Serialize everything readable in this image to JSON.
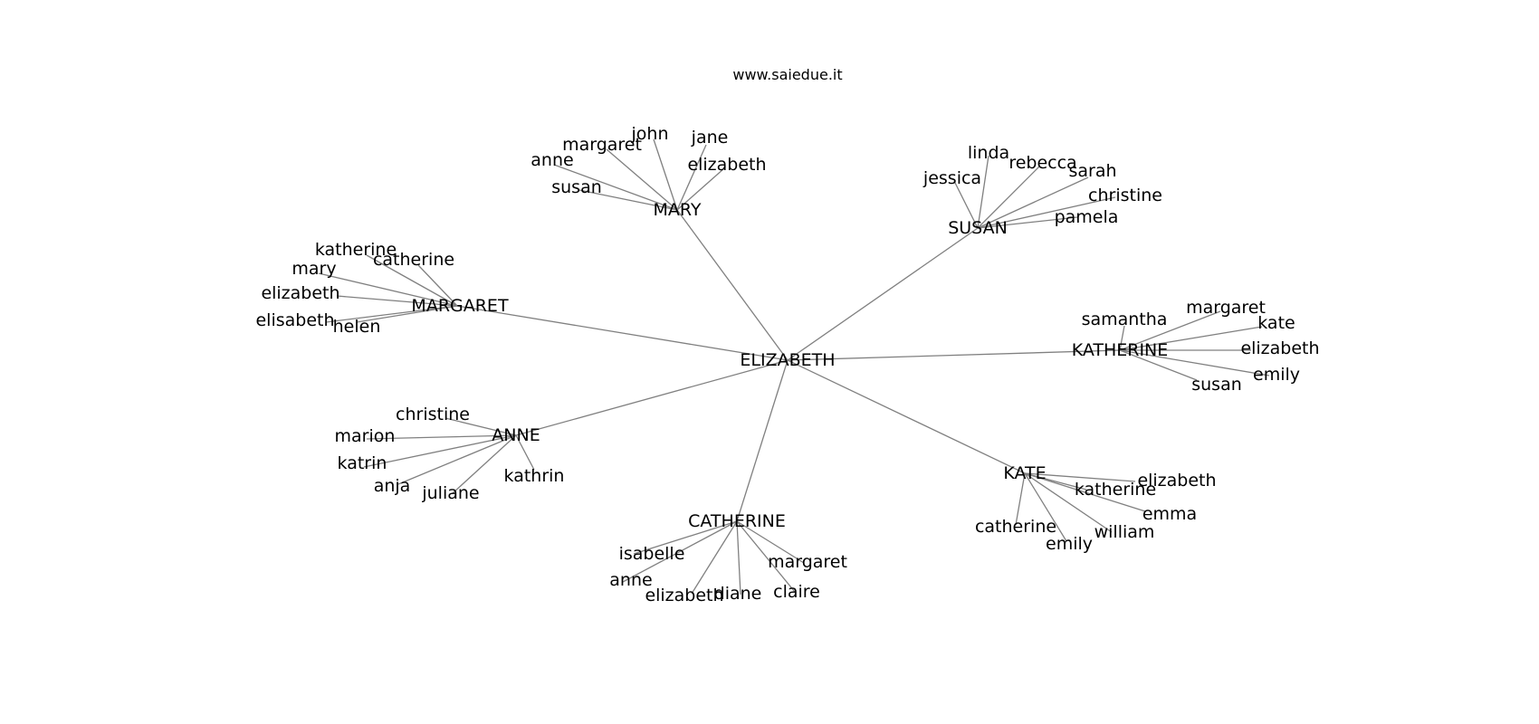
{
  "source_text": "www.saiedue.it",
  "colors": {
    "edge": "#808080",
    "text": "#000000",
    "background": "#ffffff"
  },
  "graph": {
    "center": {
      "label": "ELIZABETH"
    },
    "hubs": [
      {
        "label": "MARY",
        "leaves": [
          "john",
          "jane",
          "margaret",
          "anne",
          "elizabeth",
          "susan"
        ]
      },
      {
        "label": "SUSAN",
        "leaves": [
          "linda",
          "rebecca",
          "jessica",
          "sarah",
          "christine",
          "pamela"
        ]
      },
      {
        "label": "MARGARET",
        "leaves": [
          "katherine",
          "catherine",
          "mary",
          "elizabeth",
          "elisabeth",
          "helen"
        ]
      },
      {
        "label": "KATHERINE",
        "leaves": [
          "samantha",
          "margaret",
          "kate",
          "elizabeth",
          "emily",
          "susan"
        ]
      },
      {
        "label": "ANNE",
        "leaves": [
          "christine",
          "marion",
          "katrin",
          "anja",
          "juliane",
          "kathrin"
        ]
      },
      {
        "label": "KATE",
        "leaves": [
          "elizabeth",
          "katherine",
          "emma",
          "catherine",
          "william",
          "emily"
        ]
      },
      {
        "label": "CATHERINE",
        "leaves": [
          "isabelle",
          "anne",
          "elizabeth",
          "diane",
          "claire",
          "margaret"
        ]
      }
    ]
  }
}
